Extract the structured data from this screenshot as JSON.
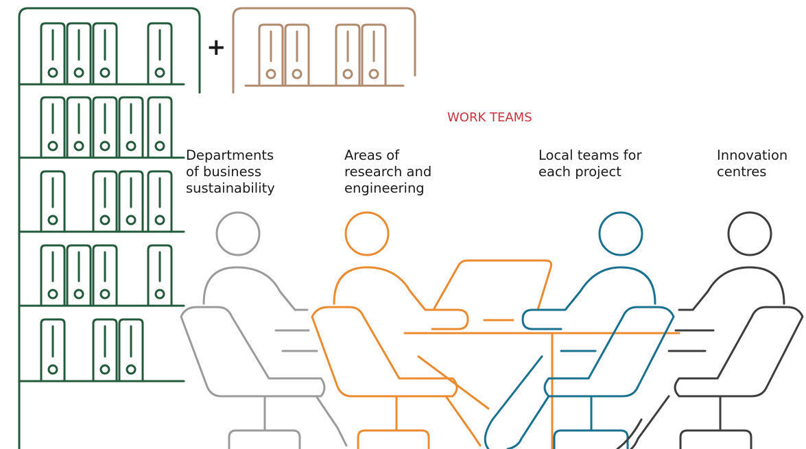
{
  "header": {
    "title": "WORK TEAMS",
    "plus": "+"
  },
  "teams": [
    {
      "lines": [
        "Departments",
        "of business",
        "sustainability"
      ],
      "color": "#9b9b9b"
    },
    {
      "lines": [
        "Areas of",
        "research and",
        "engineering"
      ],
      "color": "#ec8a2f"
    },
    {
      "lines": [
        "Local teams for",
        "each project"
      ],
      "color": "#17718f"
    },
    {
      "lines": [
        "Innovation",
        "centres"
      ],
      "color": "#3d3d3d"
    }
  ],
  "colors": {
    "shelf": "#245a3c",
    "shelf_extra": "#b08a6c",
    "title": "#c8323c",
    "table": "#ec8a2f"
  },
  "icons": [
    "bookshelf-icon",
    "binder-icon",
    "person-icon",
    "chair-icon",
    "laptop-icon",
    "table-icon"
  ]
}
